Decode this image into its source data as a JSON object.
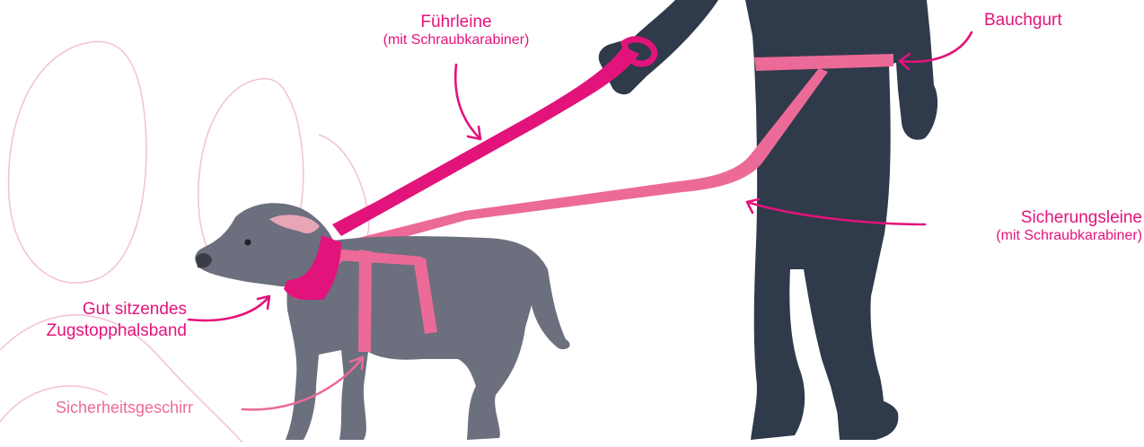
{
  "colors": {
    "leash_magenta": "#e3137c",
    "harness_pink": "#ec6a97",
    "dog_gray": "#6c6f7d",
    "person_navy": "#2f3a4a",
    "pawprint_outline": "#f2c1d3"
  },
  "labels": {
    "fuehrleine": {
      "line1": "Führleine",
      "line2": "(mit Schraubkarabiner)"
    },
    "bauchgurt": "Bauchgurt",
    "sicherungsleine": {
      "line1": "Sicherungsleine",
      "line2": "(mit Schraubkarabiner)"
    },
    "halsband": {
      "line1": "Gut sitzendes",
      "line2": "Zugstopphalsband"
    },
    "geschirr": "Sicherheitsgeschirr"
  }
}
